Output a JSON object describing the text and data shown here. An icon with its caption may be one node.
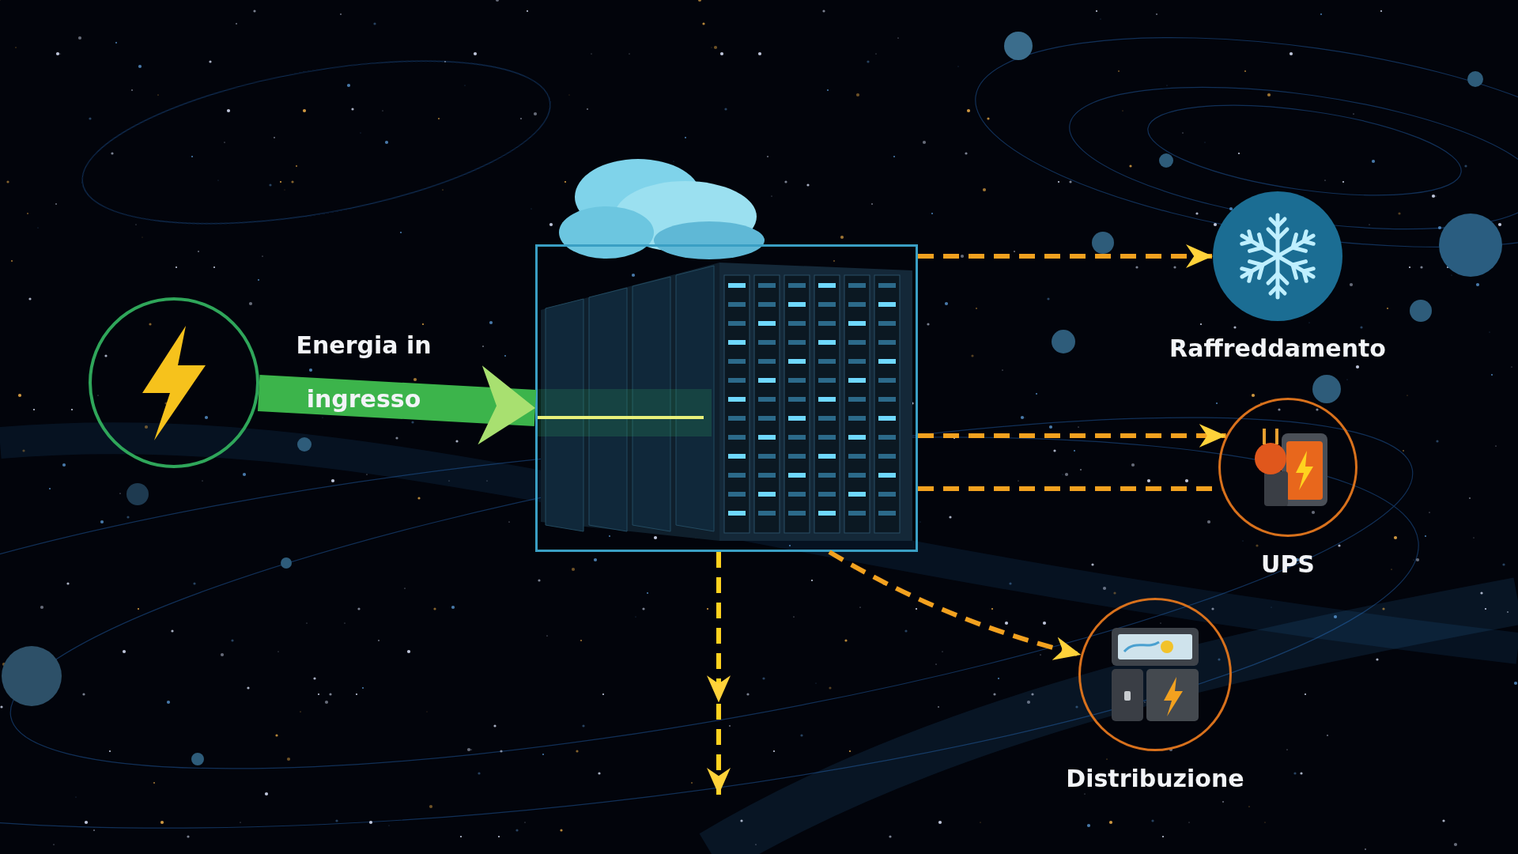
{
  "diagram": {
    "nodes": [
      {
        "text": [],
        "shape": "circle"
      },
      {
        "text": [],
        "shape": "box"
      },
      {
        "text": [
          "Raffreddamento"
        ]
      },
      {
        "text": [
          "UPS"
        ]
      },
      {
        "text": [
          "Distribuzione"
        ]
      }
    ],
    "edges": [
      {
        "from": 0,
        "to": 1,
        "arrow": "to",
        "label": "Energia in ingresso",
        "style": "thick",
        "color": "#3cb44b"
      },
      {
        "from": 1,
        "to": 2,
        "arrow": "to",
        "style": "dashed"
      },
      {
        "from": 1,
        "to": 3,
        "arrow": "to",
        "style": "dashed"
      },
      {
        "from": 1,
        "to": 3,
        "arrow": "none",
        "style": "dashed"
      },
      {
        "from": 1,
        "to": 4,
        "arrow": "to",
        "style": "dashed"
      },
      {
        "from": 1,
        "to": null,
        "arrow": "to",
        "style": "dashed",
        "color": "#ffd21f"
      }
    ]
  }
}
